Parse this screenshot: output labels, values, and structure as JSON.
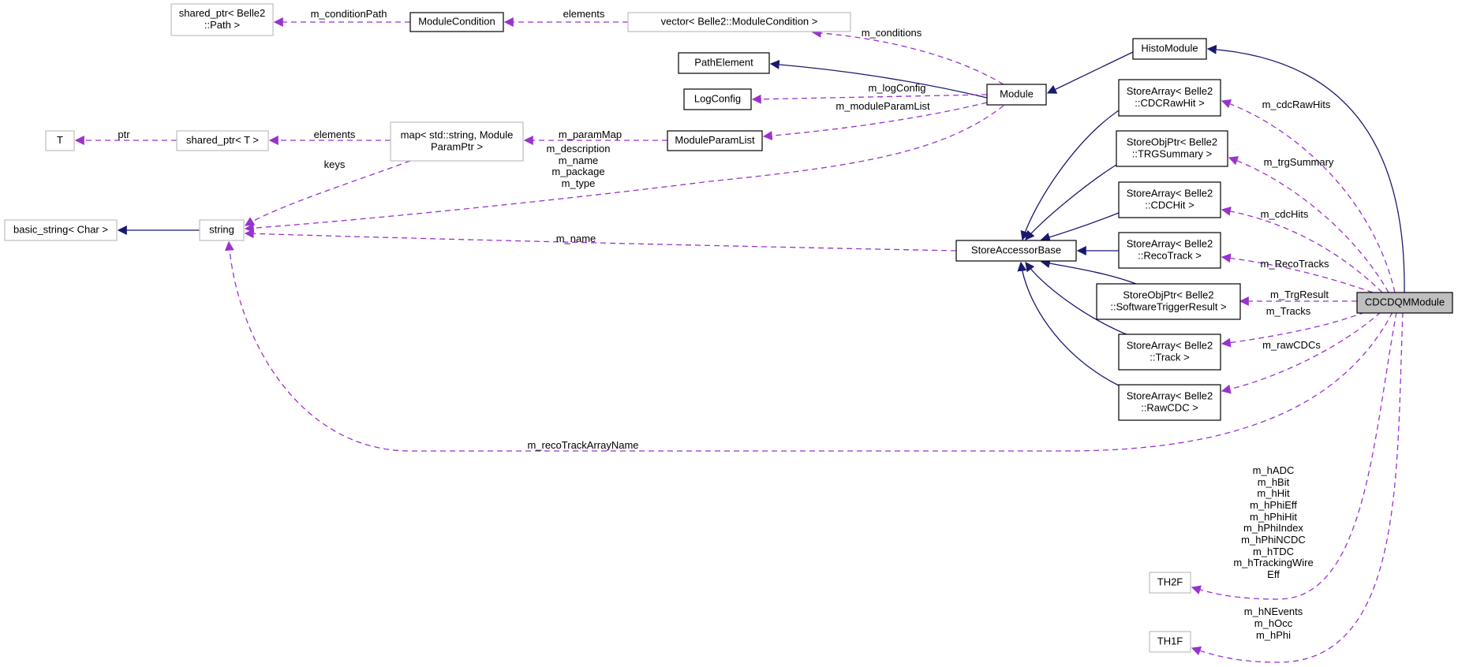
{
  "colors": {
    "inheritance": "#191970",
    "usage": "#9a32cd",
    "current_fill": "#bfbfbf",
    "external_border": "#bfbfbf"
  },
  "nodes": {
    "shared_ptr_path": [
      "shared_ptr< Belle2",
      "::Path >"
    ],
    "module_condition": [
      "ModuleCondition"
    ],
    "vector_module_condition": [
      "vector< Belle2::ModuleCondition >"
    ],
    "histo_module": [
      "HistoModule"
    ],
    "path_element": [
      "PathElement"
    ],
    "module": [
      "Module"
    ],
    "log_config": [
      "LogConfig"
    ],
    "store_array_cdc_raw_hit": [
      "StoreArray< Belle2",
      "::CDCRawHit >"
    ],
    "t": [
      "T"
    ],
    "shared_ptr_t": [
      "shared_ptr< T >"
    ],
    "map": [
      "map< std::string, Module",
      "ParamPtr >"
    ],
    "module_param_list": [
      "ModuleParamList"
    ],
    "store_obj_ptr_trg_summary": [
      "StoreObjPtr< Belle2",
      "::TRGSummary >"
    ],
    "basic_string": [
      "basic_string< Char >"
    ],
    "string": [
      "string"
    ],
    "store_array_cdc_hit": [
      "StoreArray< Belle2",
      "::CDCHit >"
    ],
    "store_accessor_base": [
      "StoreAccessorBase"
    ],
    "store_array_reco_track": [
      "StoreArray< Belle2",
      "::RecoTrack >"
    ],
    "store_obj_ptr_sw_trigger": [
      "StoreObjPtr< Belle2",
      "::SoftwareTriggerResult >"
    ],
    "cdcdqm_module": [
      "CDCDQMModule"
    ],
    "store_array_track": [
      "StoreArray< Belle2",
      "::Track >"
    ],
    "store_array_raw_cdc": [
      "StoreArray< Belle2",
      "::RawCDC >"
    ],
    "th2f": [
      "TH2F"
    ],
    "th1f": [
      "TH1F"
    ]
  },
  "edge_labels": {
    "condition_path": [
      "m_conditionPath"
    ],
    "vector_elements": [
      "elements"
    ],
    "conditions": [
      "m_conditions"
    ],
    "log_config": [
      "m_logConfig"
    ],
    "module_param_list": [
      "m_moduleParamList"
    ],
    "param_map": [
      "m_paramMap"
    ],
    "module_strings": [
      "m_description",
      "m_name",
      "m_package",
      "m_type"
    ],
    "ptr": [
      "ptr"
    ],
    "map_elements": [
      "elements"
    ],
    "keys": [
      "keys"
    ],
    "accessor_name": [
      "m_name"
    ],
    "cdc_raw_hits": [
      "m_cdcRawHits"
    ],
    "trg_summary": [
      "m_trgSummary"
    ],
    "cdc_hits": [
      "m_cdcHits"
    ],
    "reco_tracks": [
      "m_RecoTracks"
    ],
    "trg_result": [
      "m_TrgResult"
    ],
    "tracks": [
      "m_Tracks"
    ],
    "raw_cdcs": [
      "m_rawCDCs"
    ],
    "reco_track_array_name": [
      "m_recoTrackArrayName"
    ],
    "th2f": [
      "m_hADC",
      "m_hBit",
      "m_hHit",
      "m_hPhiEff",
      "m_hPhiHit",
      "m_hPhiIndex",
      "m_hPhiNCDC",
      "m_hTDC",
      "m_hTrackingWire",
      "Eff"
    ],
    "th1f": [
      "m_hNEvents",
      "m_hOcc",
      "m_hPhi"
    ]
  }
}
